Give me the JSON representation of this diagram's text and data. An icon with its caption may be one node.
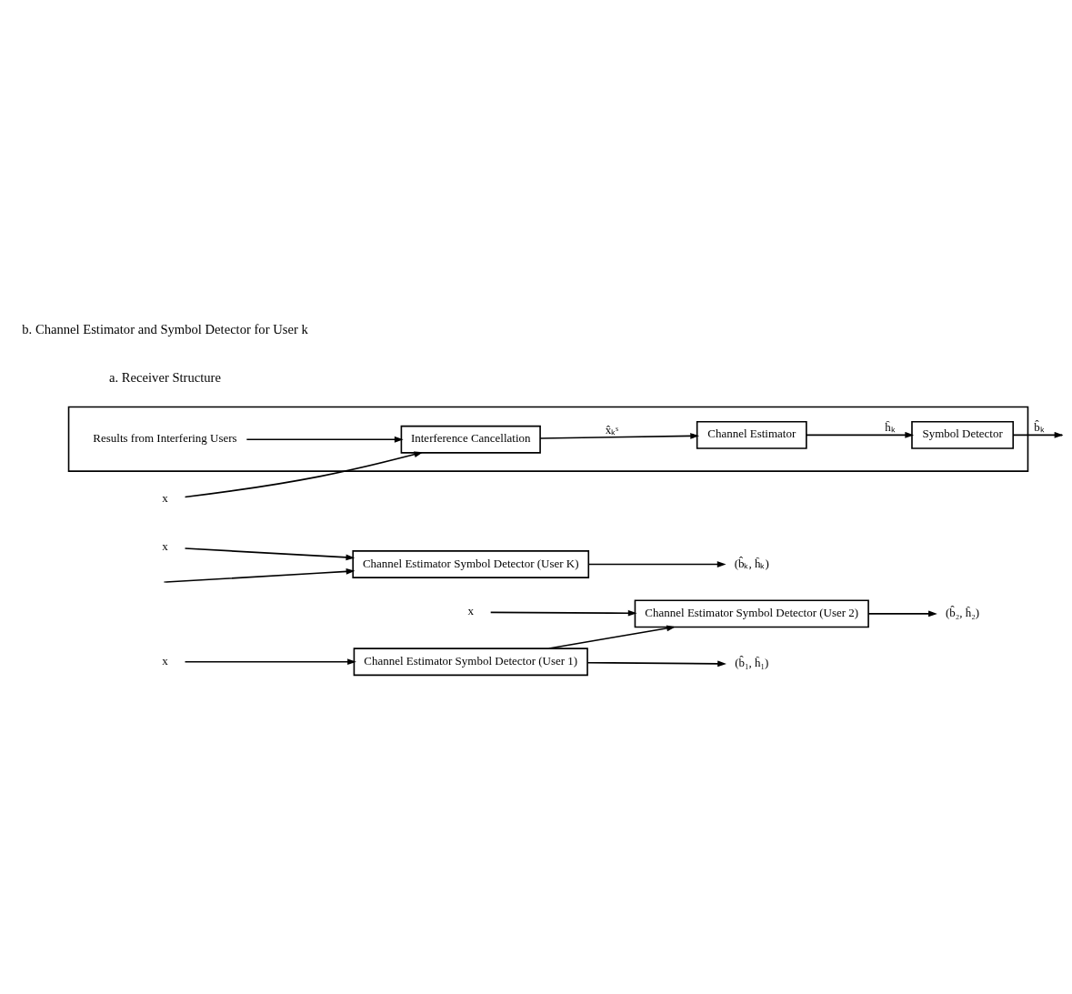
{
  "diagram": {
    "nodes": [
      {
        "text": [
          "Channel Estimator Symbol Detector (User 1)"
        ]
      },
      {
        "text": [
          "Channel Estimator Symbol Detector (User 2)"
        ]
      },
      {
        "text": [
          "Channel Estimator Symbol Detector (User K)"
        ]
      },
      {
        "text": [],
        "shape": "box"
      },
      {
        "text": [
          "Interference Cancellation"
        ],
        "in": 3
      },
      {
        "text": [
          "Channel Estimator"
        ],
        "in": 3
      },
      {
        "text": [
          "Symbol Detector"
        ],
        "in": 3
      },
      {
        "text": [
          "Results from Interfering Users"
        ],
        "in": 3
      },
      {
        "text": [
          "x"
        ]
      },
      {
        "text": [
          "x"
        ]
      },
      {
        "text": [
          "x"
        ]
      },
      {
        "text": [
          "(b̂₁, ĥ₁)"
        ]
      },
      {
        "text": [
          "(b̂₂, ĥ₂)"
        ]
      },
      {
        "text": [
          "(b̂ₖ, ĥₖ)"
        ]
      },
      {
        "text": [
          "x"
        ]
      }
    ],
    "edges": [
      {
        "from": 8,
        "to": 0,
        "arrow": "to"
      },
      {
        "from": 0,
        "to": 11,
        "arrow": "to"
      },
      {
        "from": 0,
        "to": 1,
        "arrow": "to"
      },
      {
        "from": 9,
        "to": 1,
        "arrow": "to"
      },
      {
        "from": 1,
        "to": 12,
        "arrow": "to"
      },
      {
        "from": null,
        "to": 2,
        "arrow": "to"
      },
      {
        "from": 10,
        "to": 2,
        "arrow": "to"
      },
      {
        "from": 2,
        "to": 13,
        "arrow": "to"
      },
      {
        "from": 14,
        "to": 4,
        "arrow": "to"
      },
      {
        "from": 4,
        "to": 5,
        "arrow": "to",
        "label": "x̂ₖˢ"
      },
      {
        "from": 5,
        "to": 6,
        "arrow": "to",
        "label": "ĥₖ"
      },
      {
        "from": 6,
        "to": null,
        "arrow": "to",
        "label": "b̂ₖ"
      },
      {
        "from": 7,
        "to": 4,
        "arrow": "to"
      }
    ],
    "labels": [
      "a. Receiver Structure",
      "b. Channel Estimator and Symbol Detector for User k"
    ]
  }
}
